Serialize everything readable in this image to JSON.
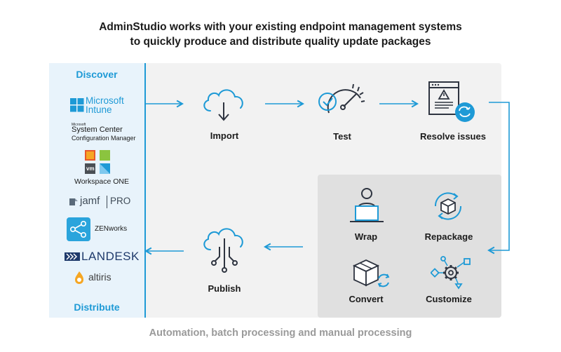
{
  "title": {
    "line1": "AdminStudio works with your existing endpoint management systems",
    "line2": "to quickly produce and distribute quality update packages"
  },
  "left_panel": {
    "top_label": "Discover",
    "bottom_label": "Distribute",
    "logos": {
      "microsoft_intune": {
        "line1": "Microsoft",
        "line2": "Intune"
      },
      "system_center": {
        "small": "Microsoft",
        "line1": "System Center",
        "line2": "Configuration Manager"
      },
      "workspace_one": {
        "vm": "vm",
        "label": "Workspace ONE"
      },
      "jamf": {
        "brand": "jamf",
        "suffix": "PRO"
      },
      "zenworks": {
        "label": "ZENworks"
      },
      "landesk": {
        "label": "LANDESK"
      },
      "altiris": {
        "label": "altiris"
      }
    }
  },
  "steps": {
    "import": "Import",
    "test": "Test",
    "resolve": "Resolve issues",
    "wrap": "Wrap",
    "repackage": "Repackage",
    "convert": "Convert",
    "customize": "Customize",
    "publish": "Publish"
  },
  "footer": "Automation, batch processing and manual processing",
  "colors": {
    "accent": "#1e9ad6",
    "icon_dark": "#2e3440",
    "panel_bg": "#e8f3fb",
    "main_bg": "#f2f2f2",
    "sub_bg": "#e0e0e0",
    "footer_text": "#9a9a9a"
  }
}
